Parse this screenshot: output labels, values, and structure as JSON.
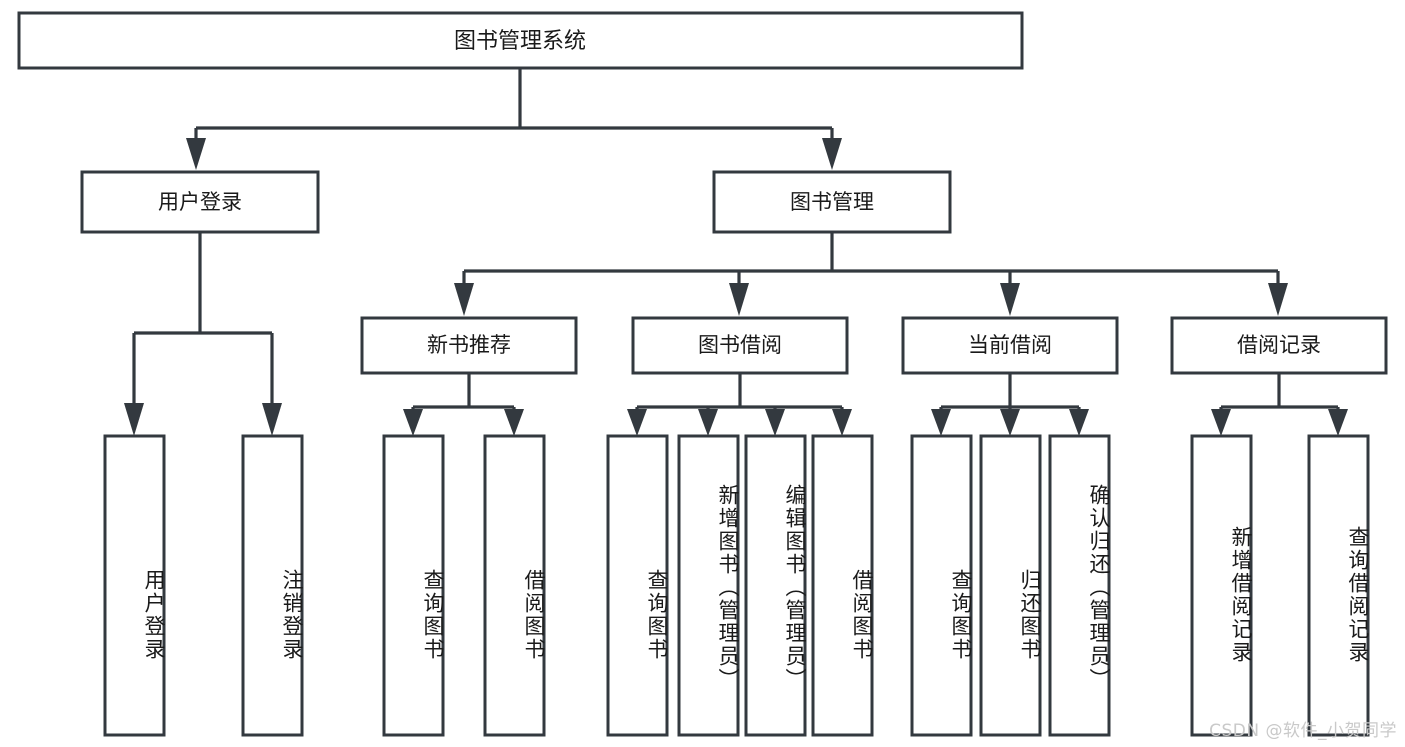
{
  "diagram": {
    "type": "tree",
    "title": "图书管理系统",
    "orientation": "top-down",
    "watermark": "CSDN @软件_小贺同学",
    "colors": {
      "stroke": "#33393f",
      "fill": "#ffffff",
      "text": "#1a1a1a",
      "watermark": "#c9c9c9",
      "background": "#ffffff"
    },
    "root": {
      "label": "图书管理系统"
    },
    "level2": [
      {
        "label": "用户登录"
      },
      {
        "label": "图书管理"
      }
    ],
    "level3": [
      {
        "label": "新书推荐"
      },
      {
        "label": "图书借阅"
      },
      {
        "label": "当前借阅"
      },
      {
        "label": "借阅记录"
      }
    ],
    "leaves": {
      "user_login": [
        "用户登录",
        "注销登录"
      ],
      "new_book": [
        "查询图书",
        "借阅图书"
      ],
      "book_borrow": [
        "查询图书",
        "新增图书（管理员）",
        "编辑图书（管理员）",
        "借阅图书"
      ],
      "current_borrow": [
        "查询图书",
        "归还图书",
        "确认归还（管理员）"
      ],
      "borrow_record": [
        "新增借阅记录",
        "查询借阅记录"
      ]
    },
    "edges": [
      {
        "from": "图书管理系统",
        "to": "用户登录"
      },
      {
        "from": "图书管理系统",
        "to": "图书管理"
      },
      {
        "from": "用户登录",
        "to": "用户登录"
      },
      {
        "from": "用户登录",
        "to": "注销登录"
      },
      {
        "from": "图书管理",
        "to": "新书推荐"
      },
      {
        "from": "图书管理",
        "to": "图书借阅"
      },
      {
        "from": "图书管理",
        "to": "当前借阅"
      },
      {
        "from": "图书管理",
        "to": "借阅记录"
      },
      {
        "from": "新书推荐",
        "to": "查询图书"
      },
      {
        "from": "新书推荐",
        "to": "借阅图书"
      },
      {
        "from": "图书借阅",
        "to": "查询图书"
      },
      {
        "from": "图书借阅",
        "to": "新增图书（管理员）"
      },
      {
        "from": "图书借阅",
        "to": "编辑图书（管理员）"
      },
      {
        "from": "图书借阅",
        "to": "借阅图书"
      },
      {
        "from": "当前借阅",
        "to": "查询图书"
      },
      {
        "from": "当前借阅",
        "to": "归还图书"
      },
      {
        "from": "当前借阅",
        "to": "确认归还（管理员）"
      },
      {
        "from": "借阅记录",
        "to": "新增借阅记录"
      },
      {
        "from": "借阅记录",
        "to": "查询借阅记录"
      }
    ]
  }
}
